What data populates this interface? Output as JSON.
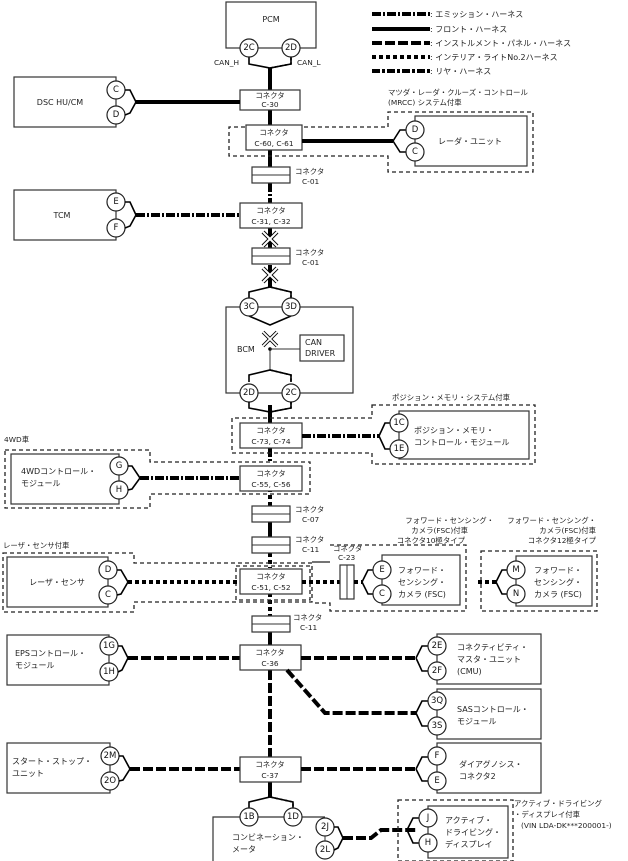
{
  "legend": [
    {
      "style": "emission",
      "label": ": エミッション・ハーネス"
    },
    {
      "style": "front",
      "label": ": フロント・ハーネス"
    },
    {
      "style": "instrument",
      "label": ": インストルメント・パネル・ハーネス"
    },
    {
      "style": "interior",
      "label": ": インテリア・ライトNo.2ハーネス"
    },
    {
      "style": "rear",
      "label": ": リヤ・ハーネス"
    }
  ],
  "modules": {
    "pcm": {
      "label": "PCM",
      "pins": [
        "2C",
        "2D"
      ],
      "signals": [
        "CAN_H",
        "CAN_L"
      ]
    },
    "dsc": {
      "label": "DSC HU/CM",
      "pins": [
        "C",
        "D"
      ]
    },
    "radar": {
      "label": "レーダ・ユニット",
      "pins": [
        "D",
        "C"
      ],
      "option": "マツダ・レーダ・クルーズ・コントロール",
      "option2": "(MRCC) システム付車"
    },
    "tcm": {
      "label": "TCM",
      "pins": [
        "E",
        "F"
      ]
    },
    "bcm": {
      "label": "BCM",
      "pins_top": [
        "3C",
        "3D"
      ],
      "pins_bottom": [
        "2D",
        "2C"
      ],
      "can_driver_1": "CAN",
      "can_driver_2": "DRIVER"
    },
    "posmem": {
      "label1": "ポジション・メモリ・",
      "label2": "コントロール・モジュール",
      "pins": [
        "1C",
        "1E"
      ],
      "option": "ポジション・メモリ・システム付車"
    },
    "awd": {
      "label1": "4WDコントロール・",
      "label2": "モジュール",
      "pins": [
        "G",
        "H"
      ],
      "option": "4WD車"
    },
    "laser": {
      "label": "レーザ・センサ",
      "pins": [
        "D",
        "C"
      ],
      "option": "レーザ・センサ付車"
    },
    "fsc10": {
      "label1": "フォワード・",
      "label2": "センシング・",
      "label3": "カメラ (FSC)",
      "pins": [
        "E",
        "C"
      ],
      "option1": "フォワード・センシング・",
      "option2": "カメラ(FSC)付車",
      "option3": "コネクタ10極タイプ"
    },
    "fsc12": {
      "label1": "フォワード・",
      "label2": "センシング・",
      "label3": "カメラ (FSC)",
      "pins": [
        "M",
        "N"
      ],
      "option1": "フォワード・センシング・",
      "option2": "カメラ(FSC)付車",
      "option3": "コネクタ12極タイプ"
    },
    "eps": {
      "label1": "EPSコントロール・",
      "label2": "モジュール",
      "pins": [
        "1G",
        "1H"
      ]
    },
    "cmu": {
      "label1": "コネクティビティ・",
      "label2": "マスタ・ユニット",
      "label3": "(CMU)",
      "pins": [
        "2E",
        "2F"
      ]
    },
    "sas": {
      "label1": "SASコントロール・",
      "label2": "モジュール",
      "pins": [
        "3Q",
        "3S"
      ]
    },
    "startstop": {
      "label1": "スタート・ストップ・",
      "label2": "ユニット",
      "pins": [
        "2M",
        "2O"
      ]
    },
    "diag": {
      "label1": "ダイアグノシス・",
      "label2": "コネクタ2",
      "pins": [
        "F",
        "E"
      ]
    },
    "meter": {
      "label1": "コンビネーション・",
      "label2": "メータ",
      "pins_top": [
        "1B",
        "1D"
      ],
      "pins_side": [
        "2J",
        "2L"
      ]
    },
    "ad": {
      "label1": "アクティブ・",
      "label2": "ドライビング・",
      "label3": "ディスプレイ",
      "pins": [
        "J",
        "H"
      ],
      "option1": "アクティブ・ドライビング",
      "option2": "・ディスプレイ付車",
      "option3": "(VIN LDA-DK***200001-)"
    }
  },
  "connectors": {
    "title": "コネクタ",
    "c30": "C-30",
    "c60": "C-60, C-61",
    "c01a": "C-01",
    "c31": "C-31, C-32",
    "c01b": "C-01",
    "c73": "C-73, C-74",
    "c55": "C-55, C-56",
    "c07": "C-07",
    "c11a": "C-11",
    "c51": "C-51, C-52",
    "c23": "C-23",
    "c11b": "C-11",
    "c36": "C-36",
    "c37": "C-37"
  }
}
